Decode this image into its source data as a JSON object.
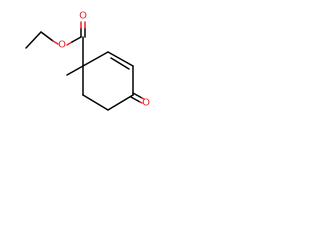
{
  "molecule": {
    "atoms": {
      "ester_oxygen": {
        "symbol": "O",
        "color": "#e8222a"
      },
      "carbonyl_oxygen": {
        "symbol": "O",
        "color": "#e8222a"
      },
      "ketone_oxygen": {
        "symbol": "O",
        "color": "#e8222a"
      }
    },
    "bond_color": "#000000"
  }
}
